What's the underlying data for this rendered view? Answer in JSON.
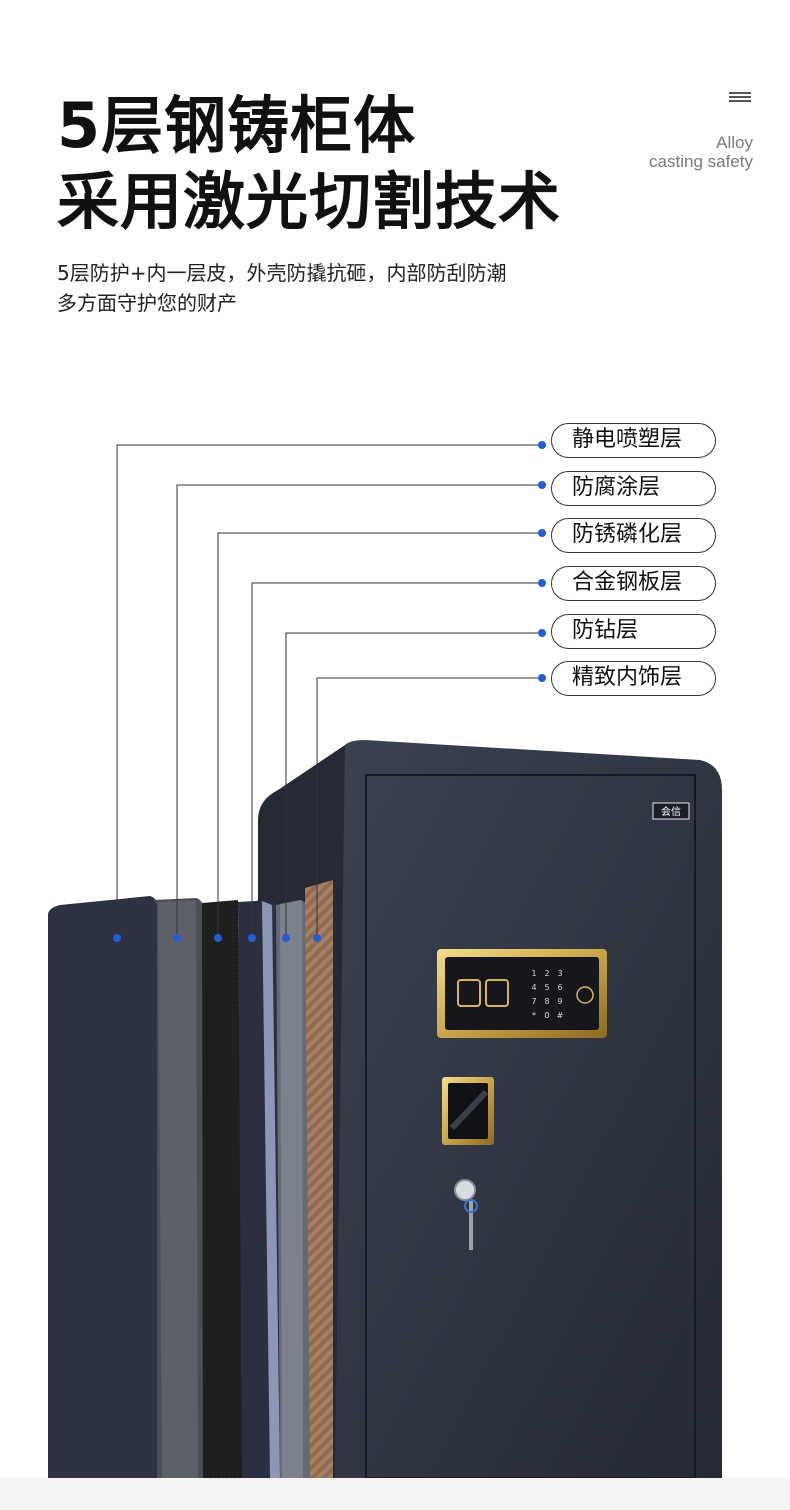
{
  "header": {
    "title_line1": "5层钢铸柜体",
    "title_line2": "采用激光切割技术",
    "english_line1": "Alloy",
    "english_line2": "casting safety",
    "menu_icon": "menu-icon"
  },
  "description": {
    "line1": "5层防护+内一层皮，外壳防撬抗砸，内部防刮防潮",
    "line2": "多方面守护您的财产"
  },
  "layers": [
    {
      "label": "静电喷塑层"
    },
    {
      "label": "防腐涂层"
    },
    {
      "label": "防锈磷化层"
    },
    {
      "label": "合金钢板层"
    },
    {
      "label": "防钻层"
    },
    {
      "label": "精致内饰层"
    }
  ],
  "product": {
    "brand_badge": "会信",
    "keypad": [
      "1",
      "2",
      "3",
      "4",
      "5",
      "6",
      "7",
      "8",
      "9",
      "*",
      "0",
      "#"
    ]
  },
  "colors": {
    "accent_dot": "#1f5fd6",
    "safe_body": "#2b303c",
    "gold": "#c9a54a"
  }
}
